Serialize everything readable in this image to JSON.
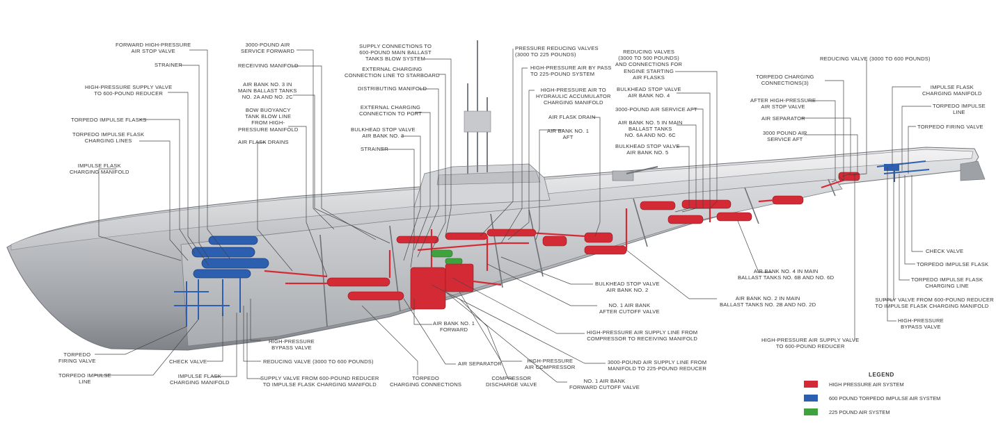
{
  "colors": {
    "high_pressure": "#d42a35",
    "torpedo_impulse": "#2c5fb0",
    "pound_225": "#3fa23f",
    "leader": "#444444"
  },
  "labels": {
    "fwd_hp_air_stop_valve": "FORWARD HIGH-PRESSURE\nAIR STOP VALVE",
    "strainer_fwd": "STRAINER",
    "hp_supply_valve_600": "HIGH-PRESSURE SUPPLY VALVE\nTO 600-POUND REDUCER",
    "torpedo_impulse_flasks": "TORPEDO IMPULSE FLASKS",
    "torpedo_impulse_flask_charging_lines": "TORPEDO IMPULSE FLASK\nCHARGING LINES",
    "impulse_flask_charging_manifold_fwd": "IMPULSE FLASK\nCHARGING MANIFOLD",
    "torpedo_firing_valve_fwd": "TORPEDO\nFIRING VALVE",
    "torpedo_impulse_line_fwd": "TORPEDO IMPULSE\nLINE",
    "check_valve_fwd": "CHECK VALVE",
    "impulse_flask_charging_manifold_bottom": "IMPULSE FLASK\nCHARGING MANIFOLD",
    "hp_bypass_valve_fwd": "HIGH-PRESSURE\nBYPASS VALVE",
    "reducing_valve_fwd": "REDUCING VALVE (3000 TO 600 POUNDS)",
    "supply_valve_600_fwd": "SUPPLY VALVE FROM 600-POUND REDUCER\nTO IMPULSE FLASK CHARGING MANIFOLD",
    "service_3000_fwd": "3000-POUND AIR\nSERVICE FORWARD",
    "receiving_manifold": "RECEIVING MANIFOLD",
    "air_bank_3": "AIR BANK NO. 3 IN\nMAIN BALLAST TANKS\nNO. 2A AND NO. 2C",
    "bow_buoyancy": "BOW BUOYANCY\nTANK BLOW LINE\nFROM HIGH-\nPRESSURE MANIFOLD",
    "air_flask_drains": "AIR FLASK DRAINS",
    "supply_connections_600": "SUPPLY CONNECTIONS TO\n600-POUND MAIN BALLAST\nTANKS BLOW SYSTEM",
    "ext_charging_starboard": "EXTERNAL CHARGING\nCONNECTION LINE TO STARBOARD",
    "distributing_manifold": "DISTRIBUTING MANIFOLD",
    "ext_charging_port": "EXTERNAL CHARGING\nCONNECTION TO PORT",
    "bulkhead_stop_valve_3": "BULKHEAD STOP VALVE\nAIR BANK NO. 3",
    "strainer_mid": "STRAINER",
    "pressure_reducing_valves": "PRESSURE REDUCING VALVES\n(3000 TO 225 POUNDS)",
    "hp_bypass_225": "HIGH-PRESSURE AIR BY PASS\nTO 225-POUND SYSTEM",
    "hp_air_hydraulic": "HIGH-PRESSURE AIR TO\nHYDRAULIC ACCUMULATOR\nCHARGING MANIFOLD",
    "air_flask_drain": "AIR FLASK DRAIN",
    "air_bank_1_aft": "AIR BANK NO. 1\nAFT",
    "reducing_valves_engine": "REDUCING VALVES\n(3000 TO 500 POUNDS)\nAND CONNECTIONS FOR\nENGINE STARTING\nAIR FLASKS",
    "bulkhead_stop_valve_4": "BULKHEAD STOP VALVE\nAIR BANK NO. 4",
    "service_3000_aft": "3000-POUND AIR SERVICE AFT",
    "air_bank_5": "AIR BANK NO. 5 IN MAIN\nBALLAST TANKS\nNO. 6A AND NO. 6C",
    "bulkhead_stop_valve_5": "BULKHEAD STOP VALVE\nAIR BANK NO. 5",
    "reducing_valve_aft": "REDUCING VALVE (3000 TO 600 POUNDS)",
    "torpedo_charging_connections_aft": "TORPEDO CHARGING\nCONNECTIONS(3)",
    "after_hp_air_stop_valve": "AFTER HIGH-PRESSURE\nAIR STOP VALVE",
    "air_separator_aft": "AIR SEPARATOR",
    "service_3000_aft_small": "3000 POUND AIR\nSERVICE AFT",
    "impulse_flask_charging_manifold_aft": "IMPULSE FLASK\nCHARGING MANIFOLD",
    "torpedo_impulse_line_aft": "TORPEDO IMPULSE\nLINE",
    "torpedo_firing_valve_aft": "TORPEDO FIRING VALVE",
    "check_valve_aft": "CHECK VALVE",
    "torpedo_impulse_flask_aft": "TORPEDO IMPULSE FLASK",
    "torpedo_impulse_flask_charging_line_aft": "TORPEDO IMPULSE FLASK\nCHARGING LINE",
    "supply_valve_600_aft": "SUPPLY VALVE FROM 600-POUND REDUCER\nTO IMPULSE FLASK CHARGING MANIFOLD",
    "hp_bypass_valve_aft": "HIGH-PRESSURE\nBYPASS VALVE",
    "hp_supply_valve_600_aft": "HIGH-PRESSURE AIR SUPPLY VALVE\nTO 600-POUND REDUCER",
    "air_bank_4": "AIR BANK NO. 4 IN MAIN\nBALLAST TANKS NO. 6B AND NO. 6D",
    "air_bank_2": "AIR BANK NO. 2 IN MAIN\nBALLAST TANKS NO. 2B AND NO. 2D",
    "bulkhead_stop_valve_2": "BULKHEAD STOP VALVE\nAIR BANK NO. 2",
    "air_bank_1_after_cutoff": "NO. 1 AIR BANK\nAFTER CUTOFF VALVE",
    "hp_supply_line_compressor": "HIGH-PRESSURE AIR SUPPLY LINE FROM\nCOMPRESSOR TO RECEIVING MANIFOLD",
    "supply_line_3000_225": "3000-POUND AIR SUPPLY LINE FROM\nMANIFOLD TO 225-POUND REDUCER",
    "air_bank_1_fwd_cutoff": "NO. 1 AIR BANK\nFORWARD CUTOFF VALVE",
    "hp_air_compressor": "HIGH-PRESSURE\nAIR COMPRESSOR",
    "compressor_discharge_valve": "COMPRESSOR\nDISCHARGE VALVE",
    "air_separator_mid": "AIR SEPARATOR",
    "torpedo_charging_connections_mid": "TORPEDO\nCHARGING CONNECTIONS",
    "air_bank_1_forward": "AIR BANK NO. 1\nFORWARD"
  },
  "legend": {
    "title": "LEGEND",
    "items": [
      {
        "label": "HIGH PRESSURE AIR SYSTEM",
        "color": "#d42a35"
      },
      {
        "label": "600 POUND TORPEDO IMPULSE AIR SYSTEM",
        "color": "#2c5fb0"
      },
      {
        "label": "225 POUND AIR SYSTEM",
        "color": "#3fa23f"
      }
    ]
  }
}
